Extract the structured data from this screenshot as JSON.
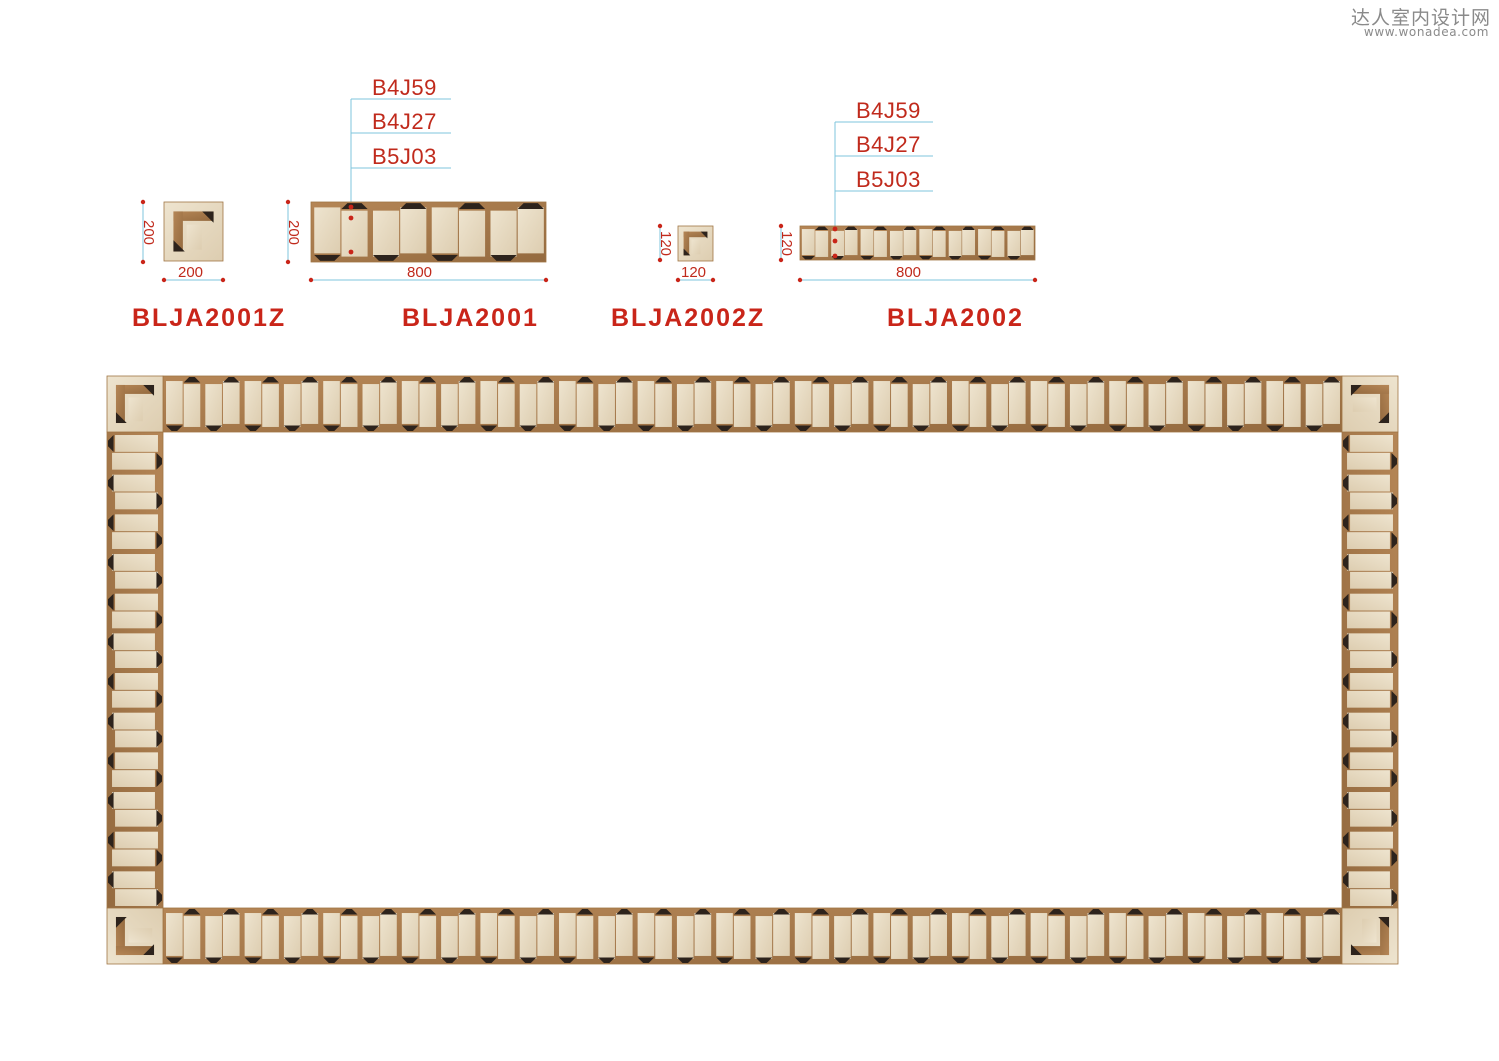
{
  "watermark": {
    "chinese": "达人室内设计网",
    "url": "www.wonadea.com"
  },
  "colors": {
    "outline": "#a07544",
    "stone_light": "#e9dcc2",
    "stone_brown": "#a87a4c",
    "stone_dark": "#2d231c",
    "callout_text": "#c02a1c",
    "leader_line": "#7fc6dc",
    "code_text": "#c92519"
  },
  "tiles": [
    {
      "code": "BLJA2001Z",
      "kind": "corner",
      "width_label": "200",
      "height_label": "200"
    },
    {
      "code": "BLJA2001",
      "kind": "border",
      "width_label": "800",
      "height_label": "200",
      "materials": [
        "B4J59",
        "B4J27",
        "B5J03"
      ]
    },
    {
      "code": "BLJA2002Z",
      "kind": "corner",
      "width_label": "120",
      "height_label": "120"
    },
    {
      "code": "BLJA2002",
      "kind": "border",
      "width_label": "800",
      "height_label": "120",
      "materials": [
        "B4J59",
        "B4J27",
        "B5J03"
      ]
    }
  ],
  "layout_preview": {
    "description_visible": false
  }
}
